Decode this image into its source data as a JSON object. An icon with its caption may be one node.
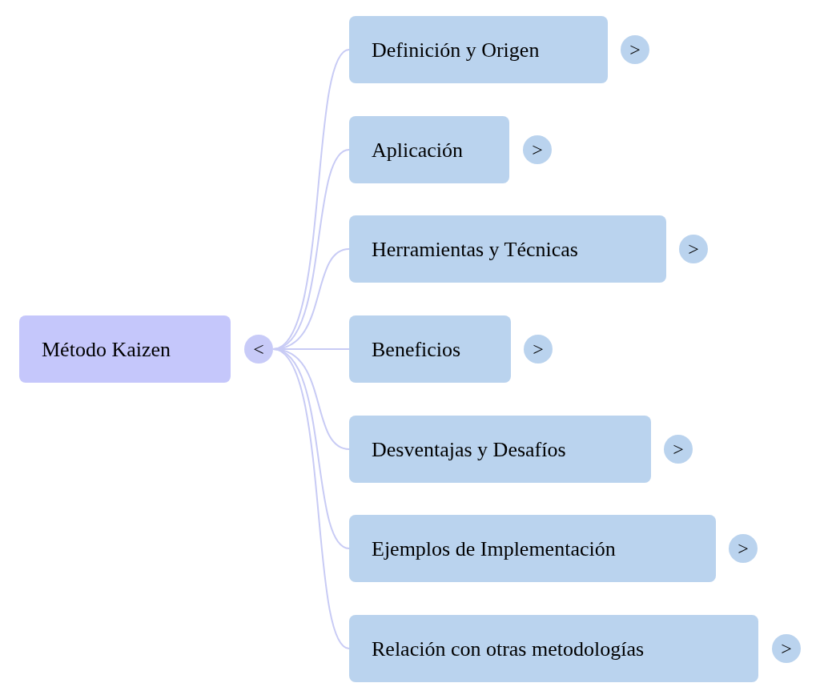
{
  "diagram": {
    "nodes": [
      {
        "text": [
          "Método Kaizen"
        ]
      },
      {
        "text": [
          "<"
        ]
      },
      {
        "text": [
          "Definición y Origen"
        ]
      },
      {
        "text": [
          ">"
        ]
      },
      {
        "text": [
          "Aplicación"
        ]
      },
      {
        "text": [
          ">"
        ]
      },
      {
        "text": [
          "Herramientas y Técnicas"
        ]
      },
      {
        "text": [
          ">"
        ]
      },
      {
        "text": [
          "Beneficios"
        ]
      },
      {
        "text": [
          ">"
        ]
      },
      {
        "text": [
          "Desventajas y Desafíos"
        ]
      },
      {
        "text": [
          ">"
        ]
      },
      {
        "text": [
          "Ejemplos de Implementación"
        ]
      },
      {
        "text": [
          ">"
        ]
      },
      {
        "text": [
          "Relación con otras metodologías"
        ]
      },
      {
        "text": [
          ">"
        ]
      }
    ],
    "edges": [
      {
        "from": 1,
        "to": 2,
        "arrow": "none"
      },
      {
        "from": 1,
        "to": 4,
        "arrow": "none"
      },
      {
        "from": 1,
        "to": 6,
        "arrow": "none"
      },
      {
        "from": 1,
        "to": 8,
        "arrow": "none"
      },
      {
        "from": 1,
        "to": 10,
        "arrow": "none"
      },
      {
        "from": 1,
        "to": 12,
        "arrow": "none"
      },
      {
        "from": 1,
        "to": 14,
        "arrow": "none"
      }
    ]
  }
}
